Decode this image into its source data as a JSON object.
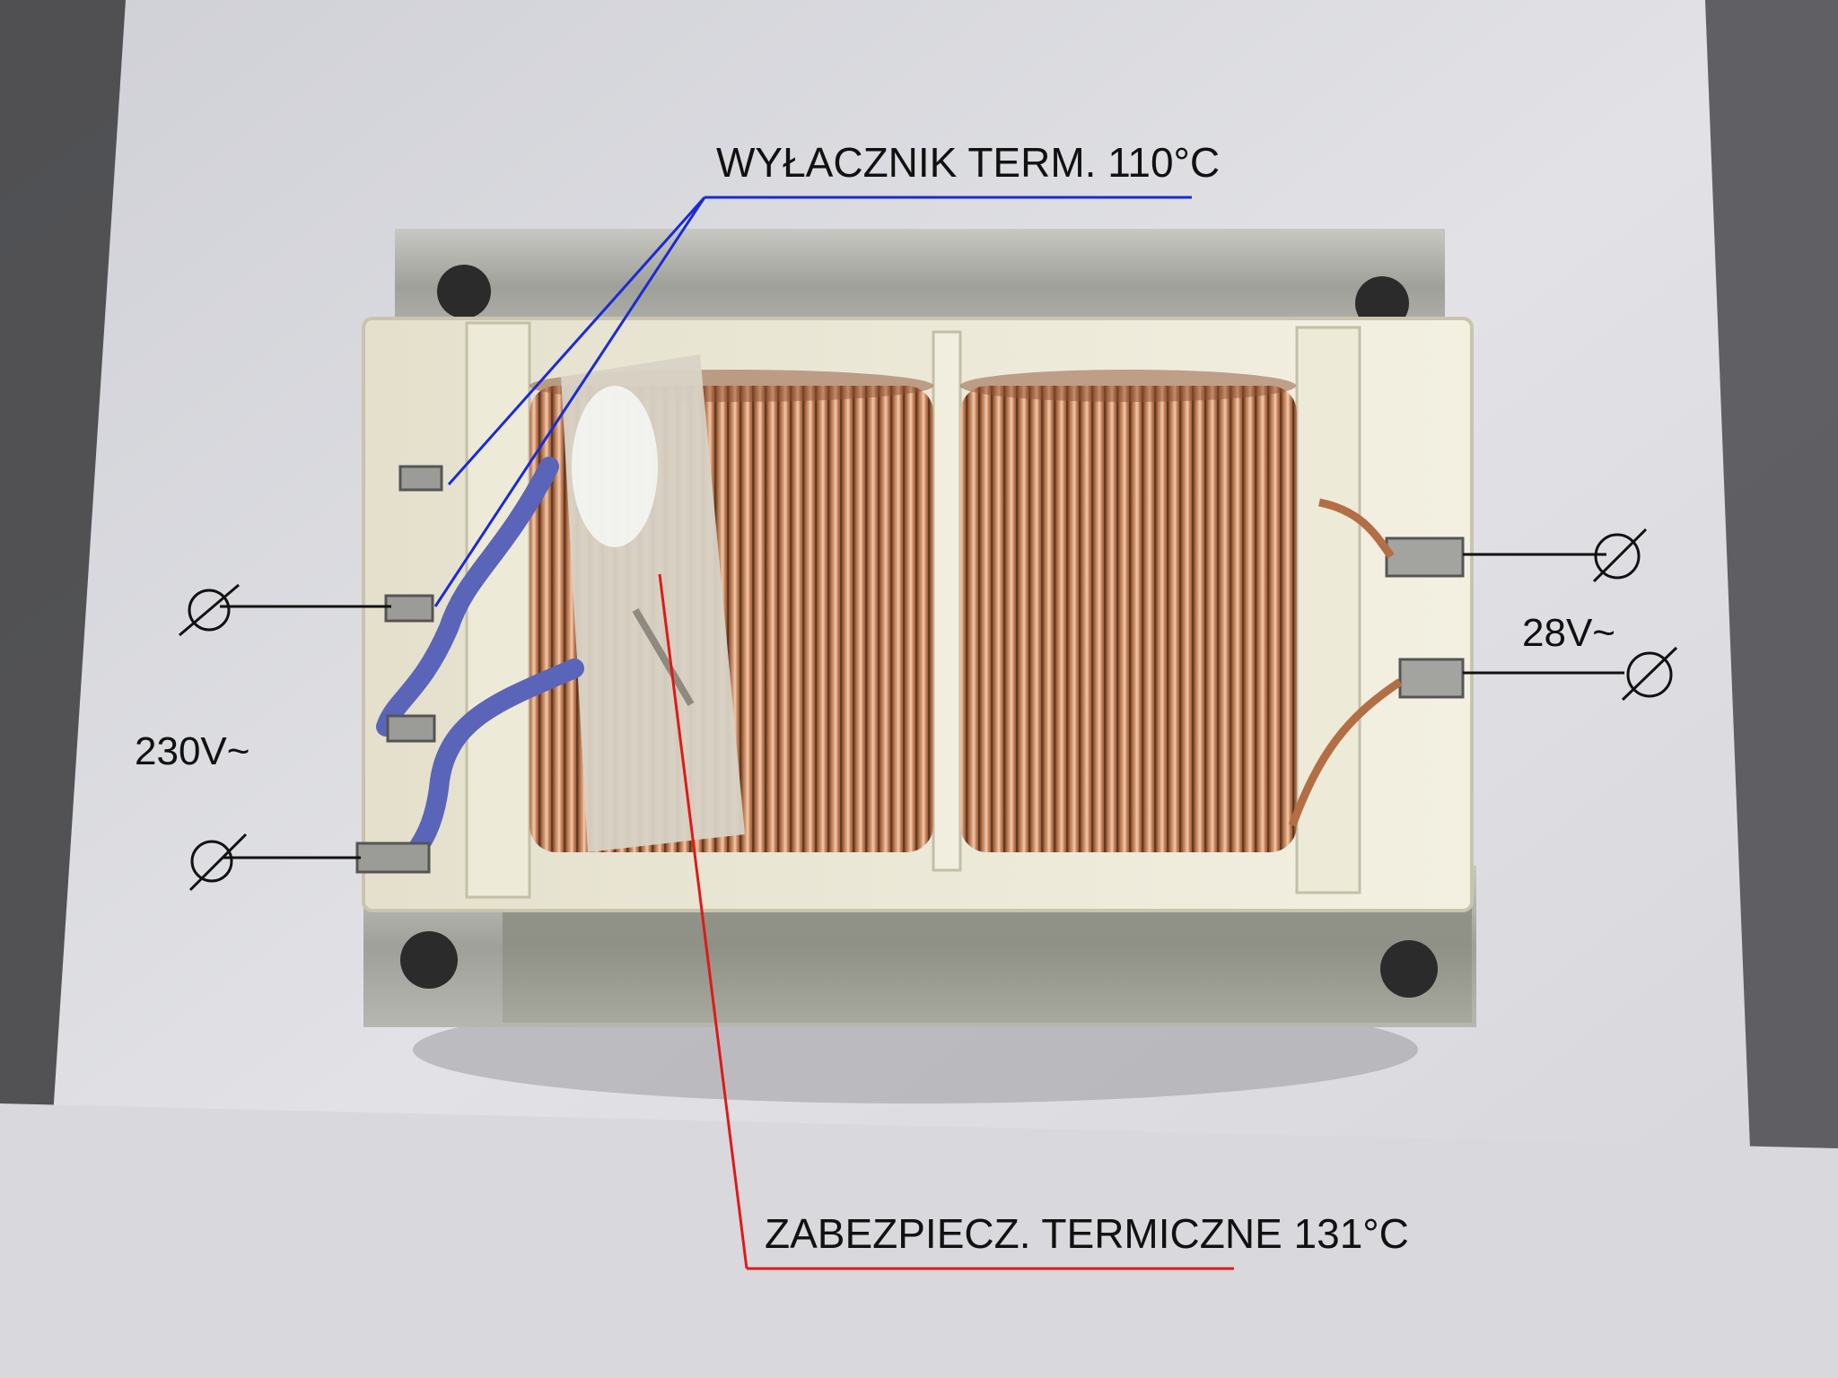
{
  "photo": {
    "subject": "transformer-with-thermal-protection",
    "colors": {
      "paper": "#dcdce0",
      "core_metal": "#a9aaa3",
      "bobbin": "#ece8d6",
      "copper": "#b97650",
      "blue_wire": "#5a64b8",
      "thermal_switch_leader": "#1a2bd6",
      "thermal_fuse_leader": "#e01818",
      "terminal_lines": "#111111"
    }
  },
  "annotations": {
    "thermal_switch": "WYŁACZNIK TERM. 110°C",
    "thermal_fuse": "ZABEZPIECZ. TERMICZNE 131°C",
    "primary_voltage": "230V~",
    "secondary_voltage": "28V~"
  }
}
